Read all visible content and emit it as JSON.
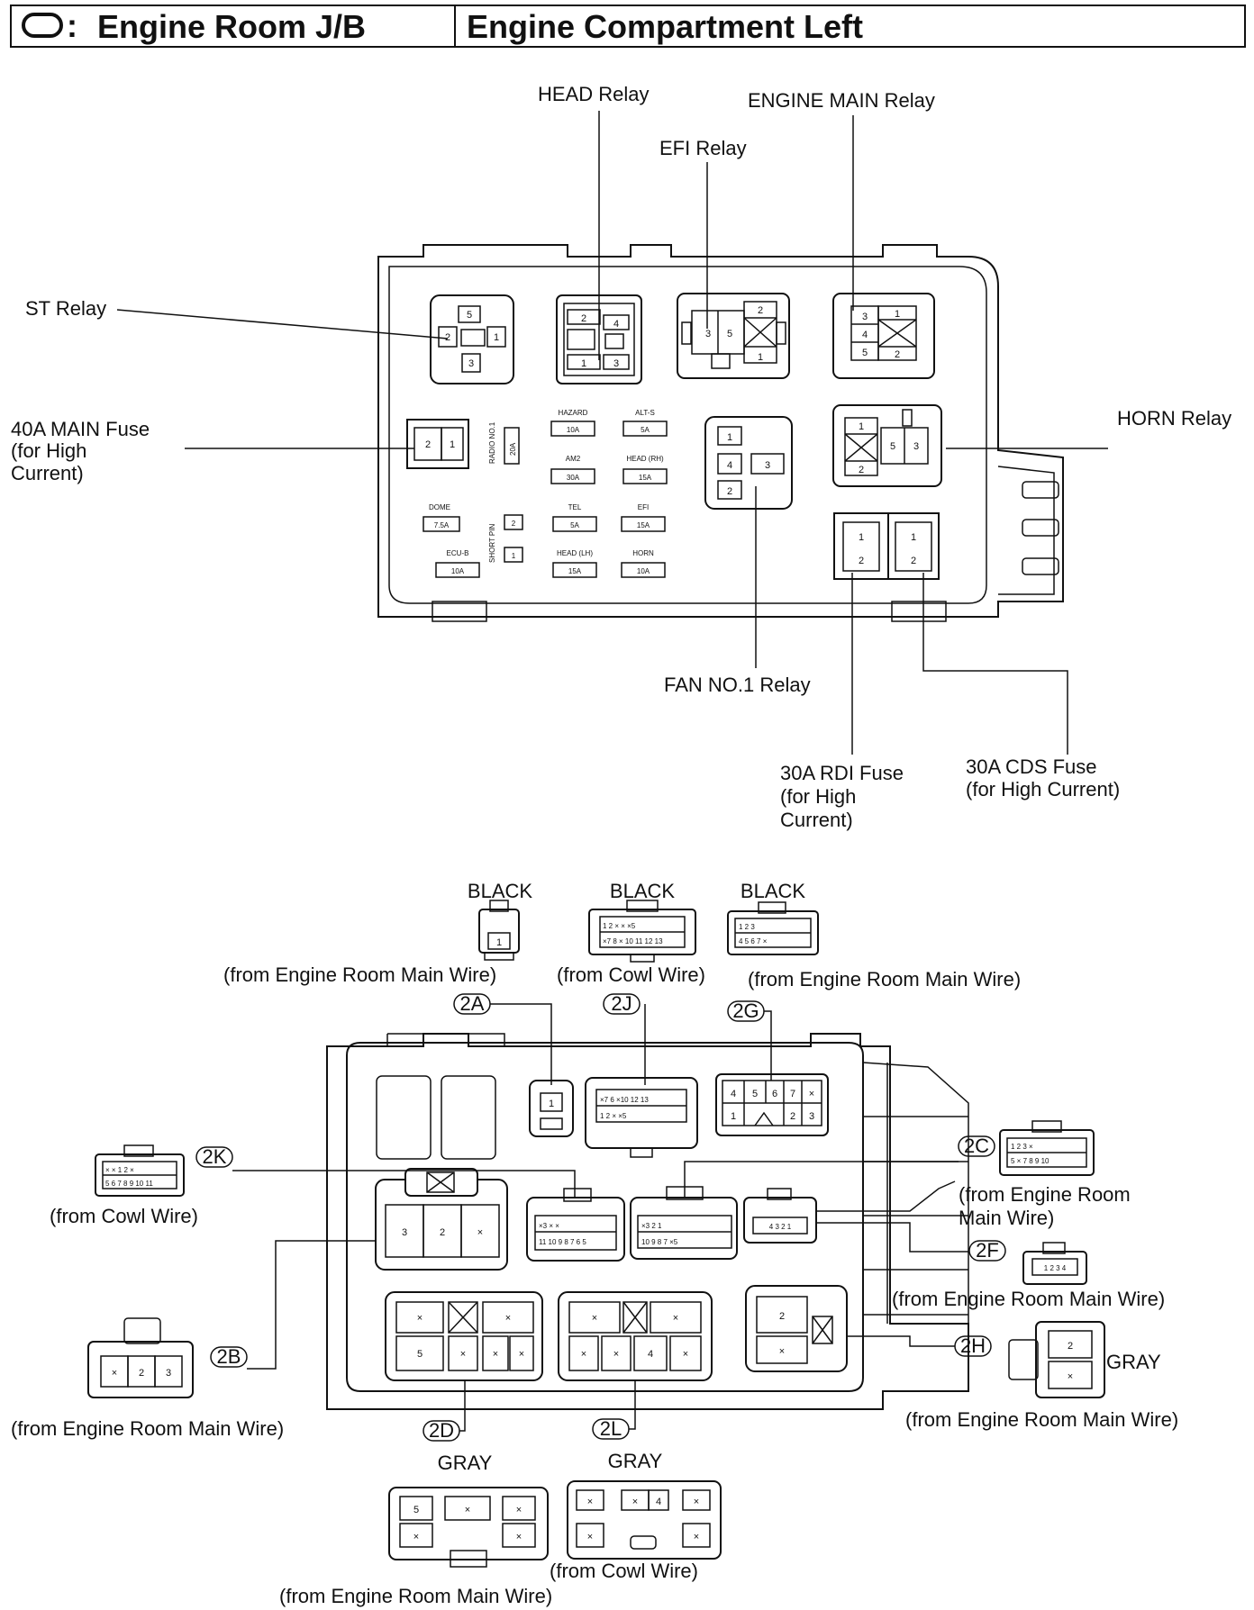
{
  "header": {
    "title_left": "Engine Room J/B",
    "title_right": "Engine Compartment Left"
  },
  "upper_labels": {
    "head_relay": "HEAD Relay",
    "efi_relay": "EFI Relay",
    "engine_main_relay": "ENGINE MAIN Relay",
    "st_relay": "ST Relay",
    "horn_relay": "HORN Relay",
    "main_fuse_1": "40A MAIN Fuse",
    "main_fuse_2": "(for High",
    "main_fuse_3": "Current)",
    "fan_relay": "FAN NO.1 Relay",
    "rdi_fuse_1": "30A RDI Fuse",
    "rdi_fuse_2": "(for High",
    "rdi_fuse_3": "Current)",
    "cds_fuse_1": "30A CDS Fuse",
    "cds_fuse_2": "(for High Current)"
  },
  "fuses": {
    "hazard_name": "HAZARD",
    "hazard_val": "10A",
    "alts_name": "ALT-S",
    "alts_val": "5A",
    "am2_name": "AM2",
    "am2_val": "30A",
    "headrh_name": "HEAD (RH)",
    "headrh_val": "15A",
    "dome_name": "DOME",
    "dome_val": "7.5A",
    "tel_name": "TEL",
    "tel_val": "5A",
    "efi_name": "EFI",
    "efi_val": "15A",
    "ecub_name": "ECU-B",
    "ecub_val": "10A",
    "headlh_name": "HEAD (LH)",
    "headlh_val": "15A",
    "horn_name": "HORN",
    "horn_val": "10A",
    "radio_name": "RADIO NO.1",
    "radio_val": "20A",
    "short_pin": "SHORT PIN"
  },
  "connectors": {
    "c2a_color": "BLACK",
    "c2a_wire": "(from Engine Room Main Wire)",
    "c2a_code": "2A",
    "c2j_color": "BLACK",
    "c2j_wire": "(from Cowl Wire)",
    "c2j_code": "2J",
    "c2g_color": "BLACK",
    "c2g_wire": "(from Engine Room Main Wire)",
    "c2g_code": "2G",
    "c2k_wire": "(from Cowl Wire)",
    "c2k_code": "2K",
    "c2c_wire_1": "(from Engine Room",
    "c2c_wire_2": "Main Wire)",
    "c2c_code": "2C",
    "c2f_wire": "(from Engine Room Main Wire)",
    "c2f_code": "2F",
    "c2b_wire": "(from Engine Room Main Wire)",
    "c2b_code": "2B",
    "c2h_color": "GRAY",
    "c2h_wire": "(from Engine Room Main Wire)",
    "c2h_code": "2H",
    "c2d_color": "GRAY",
    "c2d_wire": "(from Engine Room Main Wire)",
    "c2d_code": "2D",
    "c2l_color": "GRAY",
    "c2l_wire": "(from Cowl Wire)",
    "c2l_code": "2L"
  }
}
